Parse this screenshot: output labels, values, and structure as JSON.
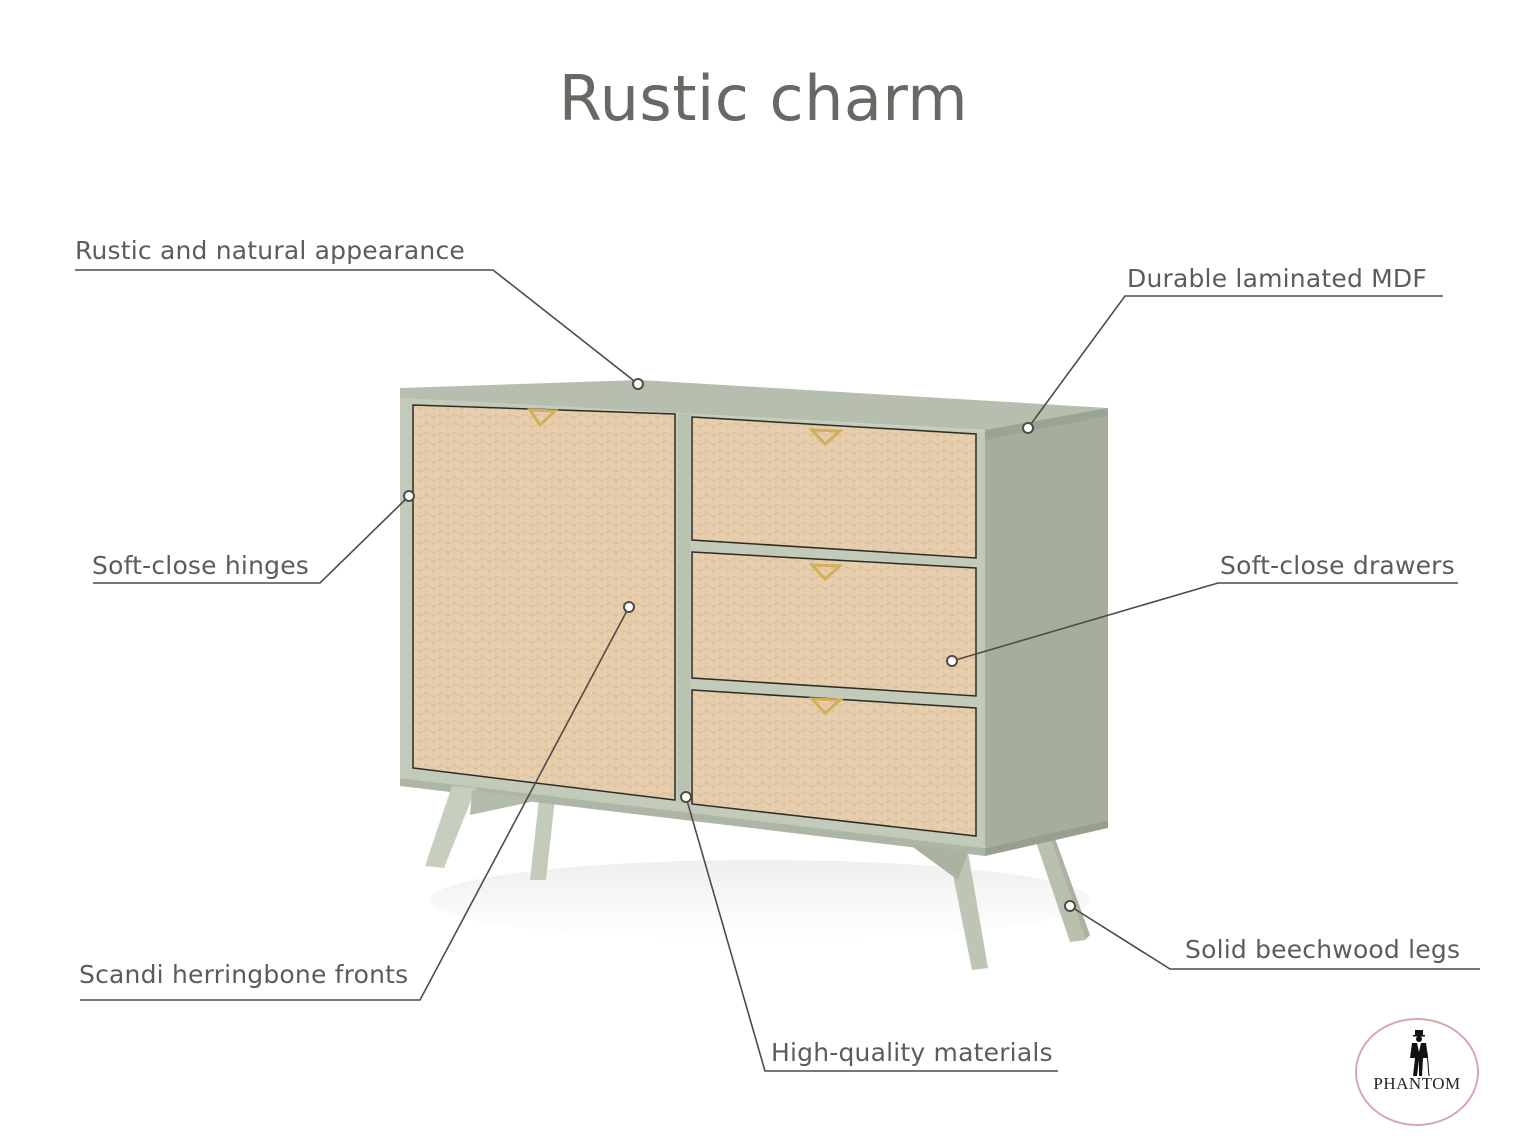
{
  "title": "Rustic charm",
  "callouts": [
    {
      "id": "rustic",
      "label": "Rustic and natural appearance"
    },
    {
      "id": "mdf",
      "label": "Durable laminated MDF"
    },
    {
      "id": "hinges",
      "label": "Soft-close hinges"
    },
    {
      "id": "drawers",
      "label": "Soft-close drawers"
    },
    {
      "id": "fronts",
      "label": "Scandi herringbone fronts"
    },
    {
      "id": "legs",
      "label": "Solid beechwood legs"
    },
    {
      "id": "materials",
      "label": "High-quality materials"
    }
  ],
  "product": {
    "type": "sideboard",
    "doors": 1,
    "drawers": 3,
    "handles": "brass triangle pulls",
    "colors": {
      "frame": "#b9c2b1",
      "frame_side": "#a3ac9b",
      "front_wood": "#e6cda9",
      "handle": "#d4af5a",
      "leg": "#bcc5b5"
    }
  },
  "logo": {
    "text": "PHANTOM",
    "icon": "gentleman-figure-icon",
    "ring_color": "#d9a8a8"
  },
  "colors": {
    "text": "#5f5b57",
    "line": "#4f4b47",
    "background": "#ffffff"
  }
}
